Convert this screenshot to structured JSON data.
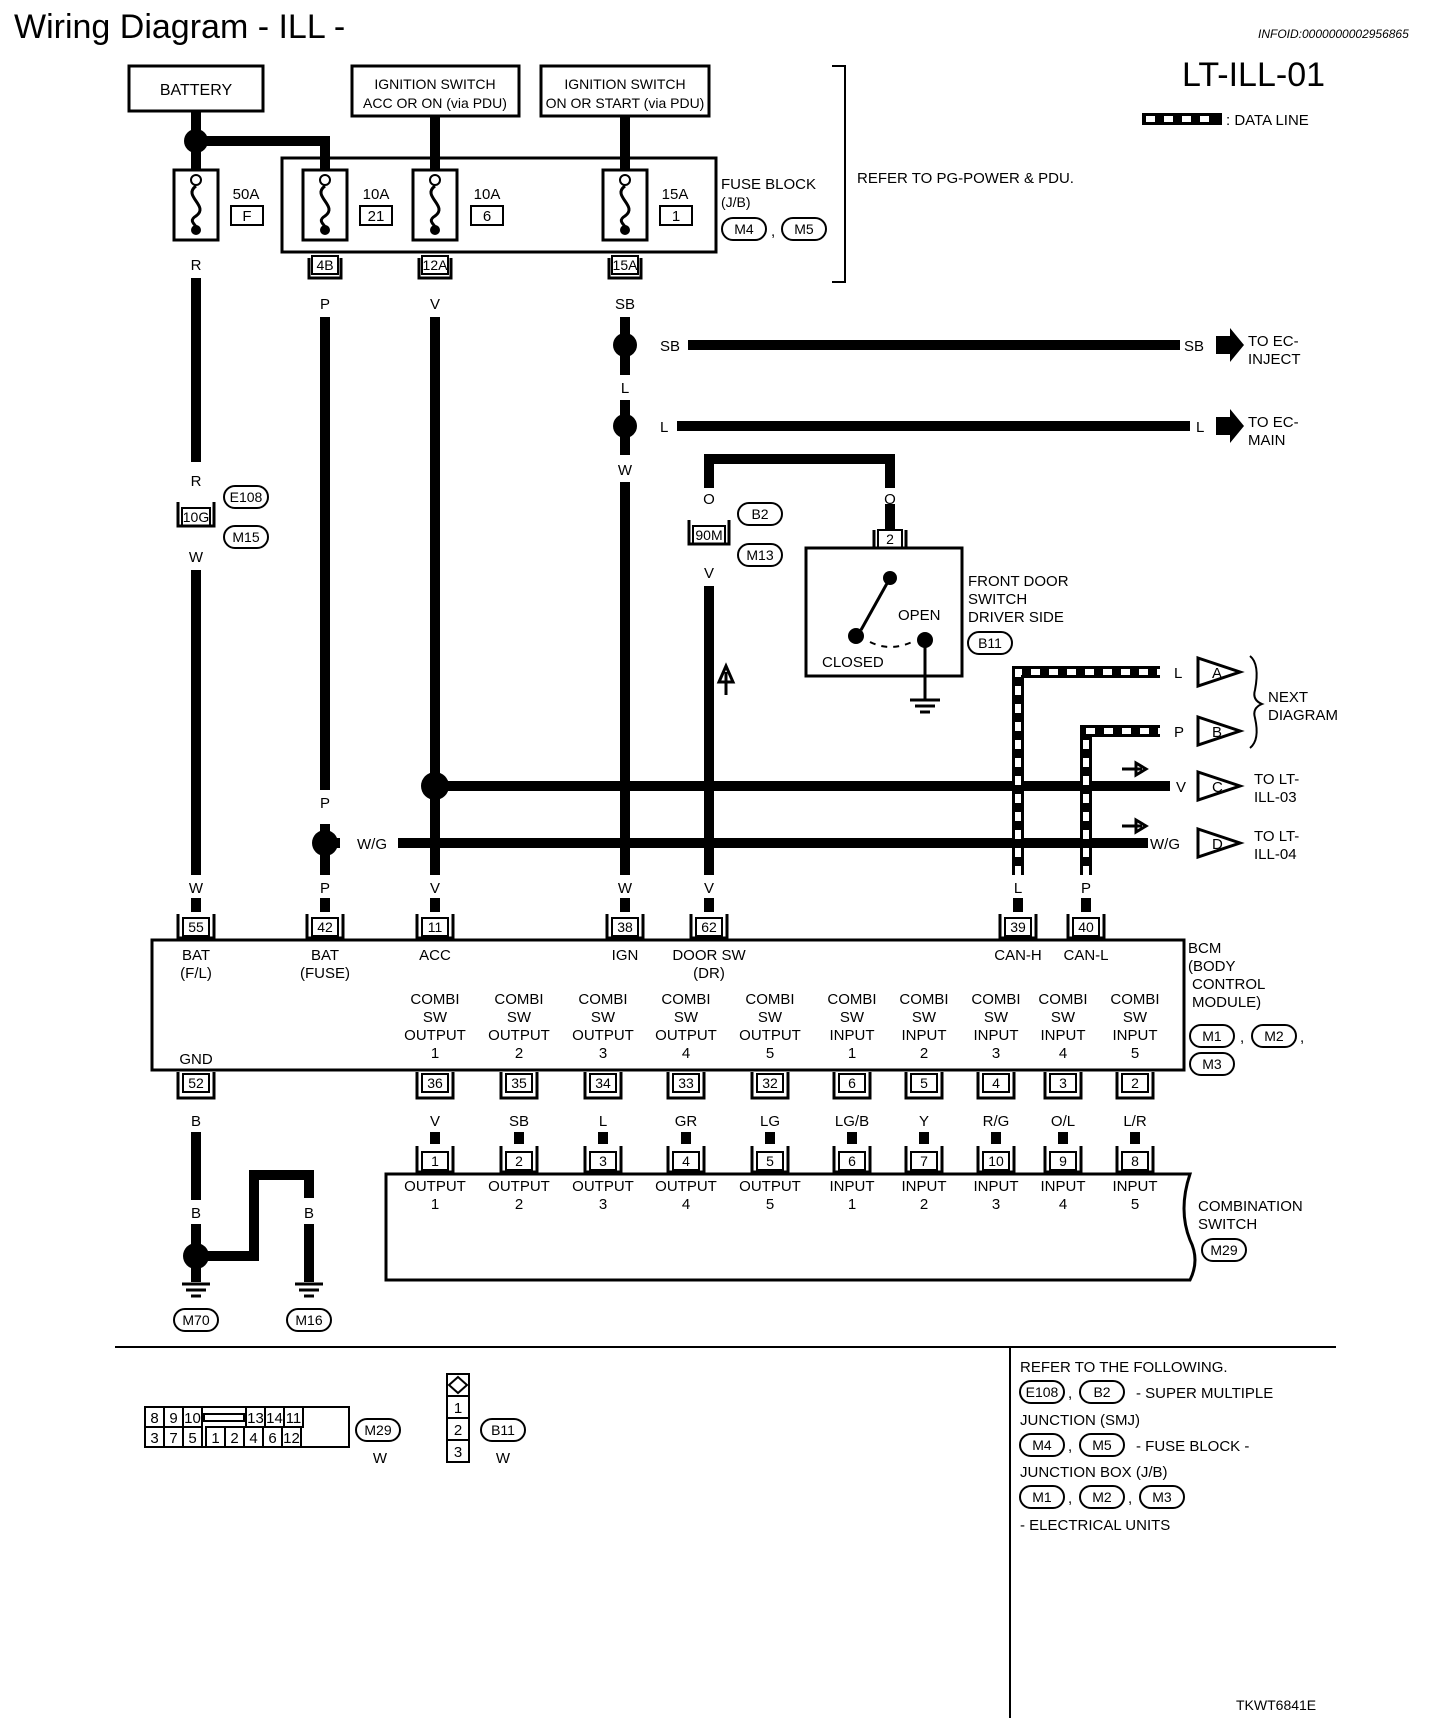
{
  "header": {
    "title": "Wiring Diagram - ILL -",
    "info_id": "INFOID:0000000002956865",
    "diagram_code": "LT-ILL-01",
    "legend_data_line": ": DATA LINE"
  },
  "power": {
    "battery": "BATTERY",
    "ign_acc": [
      "IGNITION SWITCH",
      "ACC OR ON (via PDU)"
    ],
    "ign_start": [
      "IGNITION SWITCH",
      "ON OR START (via PDU)"
    ],
    "fuse_block": [
      "FUSE BLOCK",
      "(J/B)"
    ],
    "fuse_block_connectors": [
      "M4",
      "M5"
    ],
    "refer": "REFER TO PG-POWER & PDU.",
    "fuses": [
      {
        "amp": "50A",
        "id": "F"
      },
      {
        "amp": "10A",
        "id": "21"
      },
      {
        "amp": "10A",
        "id": "6"
      },
      {
        "amp": "15A",
        "id": "1"
      }
    ],
    "fuse_terminals": [
      "4B",
      "12A",
      "15A"
    ]
  },
  "wires": {
    "battery_top": "R",
    "battery_mid": "R",
    "battery_low": "W",
    "fuse_bat": "P",
    "acc": "V",
    "ign": "SB",
    "ign_l": "L",
    "ign_w": "W",
    "door_top_left": "O",
    "door_top_right": "O",
    "door_low": "V",
    "bcm_feed": [
      "W",
      "P",
      "V",
      "W",
      "V",
      "L",
      "P"
    ],
    "bcm_p_top": "P",
    "wg": "W/G",
    "ground": [
      "B",
      "B",
      "B",
      "B"
    ]
  },
  "branches": [
    {
      "wire": "SB",
      "wire_end": "SB",
      "dest": [
        "TO EC-",
        "INJECT"
      ]
    },
    {
      "wire": "L",
      "wire_end": "L",
      "dest": [
        "TO EC-",
        "MAIN"
      ]
    }
  ],
  "joints": {
    "e108": "E108",
    "m15": "M15",
    "term_10g": "10G",
    "b2": "B2",
    "m13": "M13",
    "term_90m": "90M"
  },
  "door_switch": {
    "terminal": "2",
    "name": [
      "FRONT DOOR",
      "SWITCH",
      "DRIVER SIDE"
    ],
    "connector": "B11",
    "open": "OPEN",
    "closed": "CLOSED"
  },
  "right_side": {
    "a_wire": "L",
    "b_wire": "P",
    "c_wire": "V",
    "d_wire": "W/G",
    "a": "A",
    "b": "B",
    "c": "C",
    "d": "D",
    "next": [
      "NEXT",
      "DIAGRAM"
    ],
    "to_c": [
      "TO LT-",
      "ILL-03"
    ],
    "to_d": [
      "TO LT-",
      "ILL-04"
    ]
  },
  "bcm": {
    "name": [
      "BCM",
      "(BODY",
      "CONTROL",
      "MODULE)"
    ],
    "connectors": [
      "M1",
      "M2",
      "M3"
    ],
    "top_pins": [
      {
        "pin": "55",
        "label": [
          "BAT",
          "(F/L)"
        ]
      },
      {
        "pin": "42",
        "label": [
          "BAT",
          "(FUSE)"
        ]
      },
      {
        "pin": "11",
        "label": [
          "ACC"
        ]
      },
      {
        "pin": "38",
        "label": [
          "IGN"
        ]
      },
      {
        "pin": "62",
        "label": [
          "DOOR SW",
          "(DR)"
        ]
      },
      {
        "pin": "39",
        "label": [
          "CAN-H"
        ]
      },
      {
        "pin": "40",
        "label": [
          "CAN-L"
        ]
      }
    ],
    "gnd_label": "GND",
    "gnd_pin": "52",
    "bottom": [
      {
        "l": [
          "COMBI",
          "SW",
          "OUTPUT",
          "1"
        ],
        "pin": "36",
        "wire": "V",
        "cs": "1",
        "cl": [
          "OUTPUT",
          "1"
        ]
      },
      {
        "l": [
          "COMBI",
          "SW",
          "OUTPUT",
          "2"
        ],
        "pin": "35",
        "wire": "SB",
        "cs": "2",
        "cl": [
          "OUTPUT",
          "2"
        ]
      },
      {
        "l": [
          "COMBI",
          "SW",
          "OUTPUT",
          "3"
        ],
        "pin": "34",
        "wire": "L",
        "cs": "3",
        "cl": [
          "OUTPUT",
          "3"
        ]
      },
      {
        "l": [
          "COMBI",
          "SW",
          "OUTPUT",
          "4"
        ],
        "pin": "33",
        "wire": "GR",
        "cs": "4",
        "cl": [
          "OUTPUT",
          "4"
        ]
      },
      {
        "l": [
          "COMBI",
          "SW",
          "OUTPUT",
          "5"
        ],
        "pin": "32",
        "wire": "LG",
        "cs": "5",
        "cl": [
          "OUTPUT",
          "5"
        ]
      },
      {
        "l": [
          "COMBI",
          "SW",
          "INPUT",
          "1"
        ],
        "pin": "6",
        "wire": "LG/B",
        "cs": "6",
        "cl": [
          "INPUT",
          "1"
        ]
      },
      {
        "l": [
          "COMBI",
          "SW",
          "INPUT",
          "2"
        ],
        "pin": "5",
        "wire": "Y",
        "cs": "7",
        "cl": [
          "INPUT",
          "2"
        ]
      },
      {
        "l": [
          "COMBI",
          "SW",
          "INPUT",
          "3"
        ],
        "pin": "4",
        "wire": "R/G",
        "cs": "10",
        "cl": [
          "INPUT",
          "3"
        ]
      },
      {
        "l": [
          "COMBI",
          "SW",
          "INPUT",
          "4"
        ],
        "pin": "3",
        "wire": "O/L",
        "cs": "9",
        "cl": [
          "INPUT",
          "4"
        ]
      },
      {
        "l": [
          "COMBI",
          "SW",
          "INPUT",
          "5"
        ],
        "pin": "2",
        "wire": "L/R",
        "cs": "8",
        "cl": [
          "INPUT",
          "5"
        ]
      }
    ]
  },
  "combination_switch": {
    "name": [
      "COMBINATION",
      "SWITCH"
    ],
    "connector": "M29"
  },
  "grounds": [
    "M70",
    "M16"
  ],
  "connector_views": {
    "m29_row1": [
      "8",
      "9",
      "10",
      "13",
      "14",
      "11"
    ],
    "m29_row2": [
      "3",
      "7",
      "5",
      "1",
      "2",
      "4",
      "6",
      "12"
    ],
    "m29": "M29",
    "m29_color": "W",
    "b11_pins": [
      "1",
      "2",
      "3"
    ],
    "b11": "B11",
    "b11_color": "W"
  },
  "refer_following": {
    "title": "REFER TO THE FOLLOWING.",
    "smj_conns": [
      "E108",
      "B2"
    ],
    "smj": [
      "- SUPER MULTIPLE",
      "JUNCTION (SMJ)"
    ],
    "jb_conns": [
      "M4",
      "M5"
    ],
    "jb": [
      "- FUSE BLOCK -",
      "JUNCTION BOX (J/B)"
    ],
    "eu_conns": [
      "M1",
      "M2",
      "M3"
    ],
    "eu": "- ELECTRICAL UNITS"
  },
  "footer_code": "TKWT6841E"
}
